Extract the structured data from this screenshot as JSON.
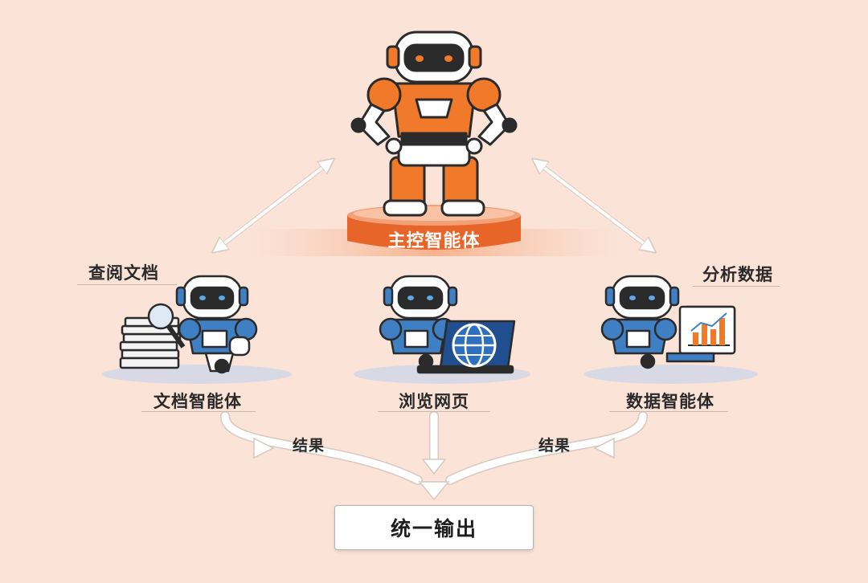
{
  "main_agent": {
    "label": "主控智能体"
  },
  "task_labels": {
    "left": "查阅文档",
    "right": "分析数据"
  },
  "sub_agents": [
    {
      "label": "文档智能体"
    },
    {
      "label": "浏览网页"
    },
    {
      "label": "数据智能体"
    }
  ],
  "result_labels": {
    "left": "结果",
    "right": "结果"
  },
  "output": {
    "label": "统一输出"
  },
  "colors": {
    "background": "#fbe3d8",
    "main_robot": "#f07a2a",
    "sub_robot": "#3f7fc4",
    "arrow": "#ffffff"
  }
}
